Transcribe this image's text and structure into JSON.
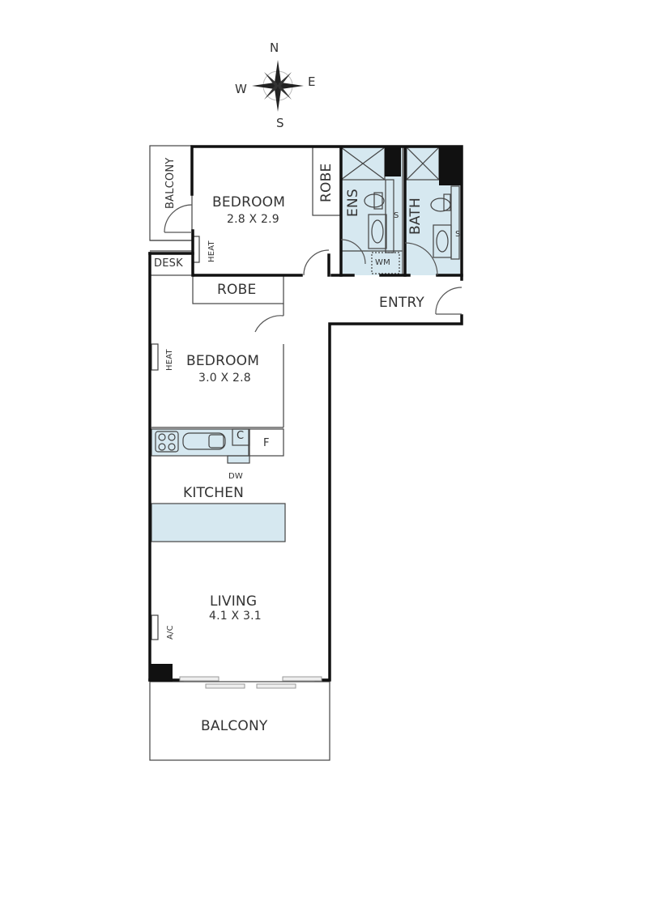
{
  "compass": {
    "north": "N",
    "east": "E",
    "south": "S",
    "west": "W"
  },
  "rooms": {
    "balcony_top": {
      "label": "BALCONY"
    },
    "bedroom_1": {
      "label": "BEDROOM",
      "dimensions": "2.8 X 2.9"
    },
    "robe_1": {
      "label": "ROBE"
    },
    "ensuite": {
      "label": "ENS",
      "shower_label": "S"
    },
    "bath": {
      "label": "BATH",
      "shower_label": "S"
    },
    "laundry": {
      "label": "WM"
    },
    "desk": {
      "label": "DESK"
    },
    "heat_1": {
      "label": "HEAT"
    },
    "robe_2": {
      "label": "ROBE"
    },
    "entry": {
      "label": "ENTRY"
    },
    "bedroom_2": {
      "label": "BEDROOM",
      "dimensions": "3.0 X 2.8"
    },
    "heat_2": {
      "label": "HEAT"
    },
    "kitchen": {
      "label": "KITCHEN",
      "cupboard_label": "C",
      "fridge_label": "F",
      "dishwasher_label": "DW"
    },
    "living": {
      "label": "LIVING",
      "dimensions": "4.1 X 3.1"
    },
    "ac": {
      "label": "A/C"
    },
    "balcony_bottom": {
      "label": "BALCONY"
    }
  },
  "colors": {
    "wall": "#111111",
    "thin_line": "#444444",
    "wet_area": "#d6e8f0",
    "text": "#333333",
    "door": "#555555"
  }
}
